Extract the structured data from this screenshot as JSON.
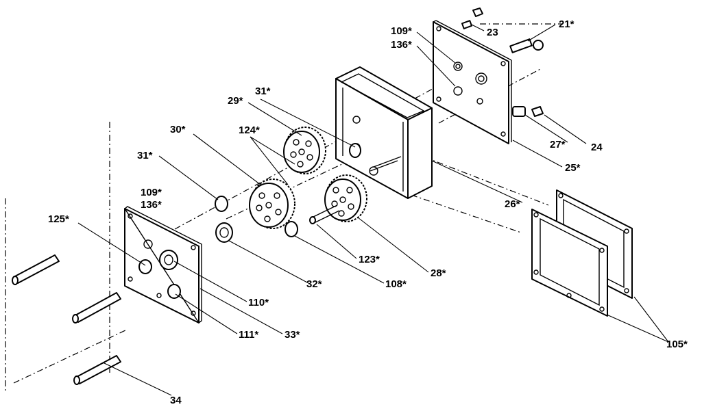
{
  "labels": {
    "l_109_top": "109*",
    "l_136_top": "136*",
    "l_23": "23",
    "l_21": "21*",
    "l_31_top": "31*",
    "l_29": "29*",
    "l_124": "124*",
    "l_30": "30*",
    "l_27": "27*",
    "l_24": "24",
    "l_25": "25*",
    "l_31_mid": "31*",
    "l_109_mid": "109*",
    "l_136_mid": "136*",
    "l_26": "26*",
    "l_125": "125*",
    "l_123": "123*",
    "l_28": "28*",
    "l_32": "32*",
    "l_108": "108*",
    "l_110": "110*",
    "l_111": "111*",
    "l_33": "33*",
    "l_105": "105*",
    "l_34": "34"
  }
}
